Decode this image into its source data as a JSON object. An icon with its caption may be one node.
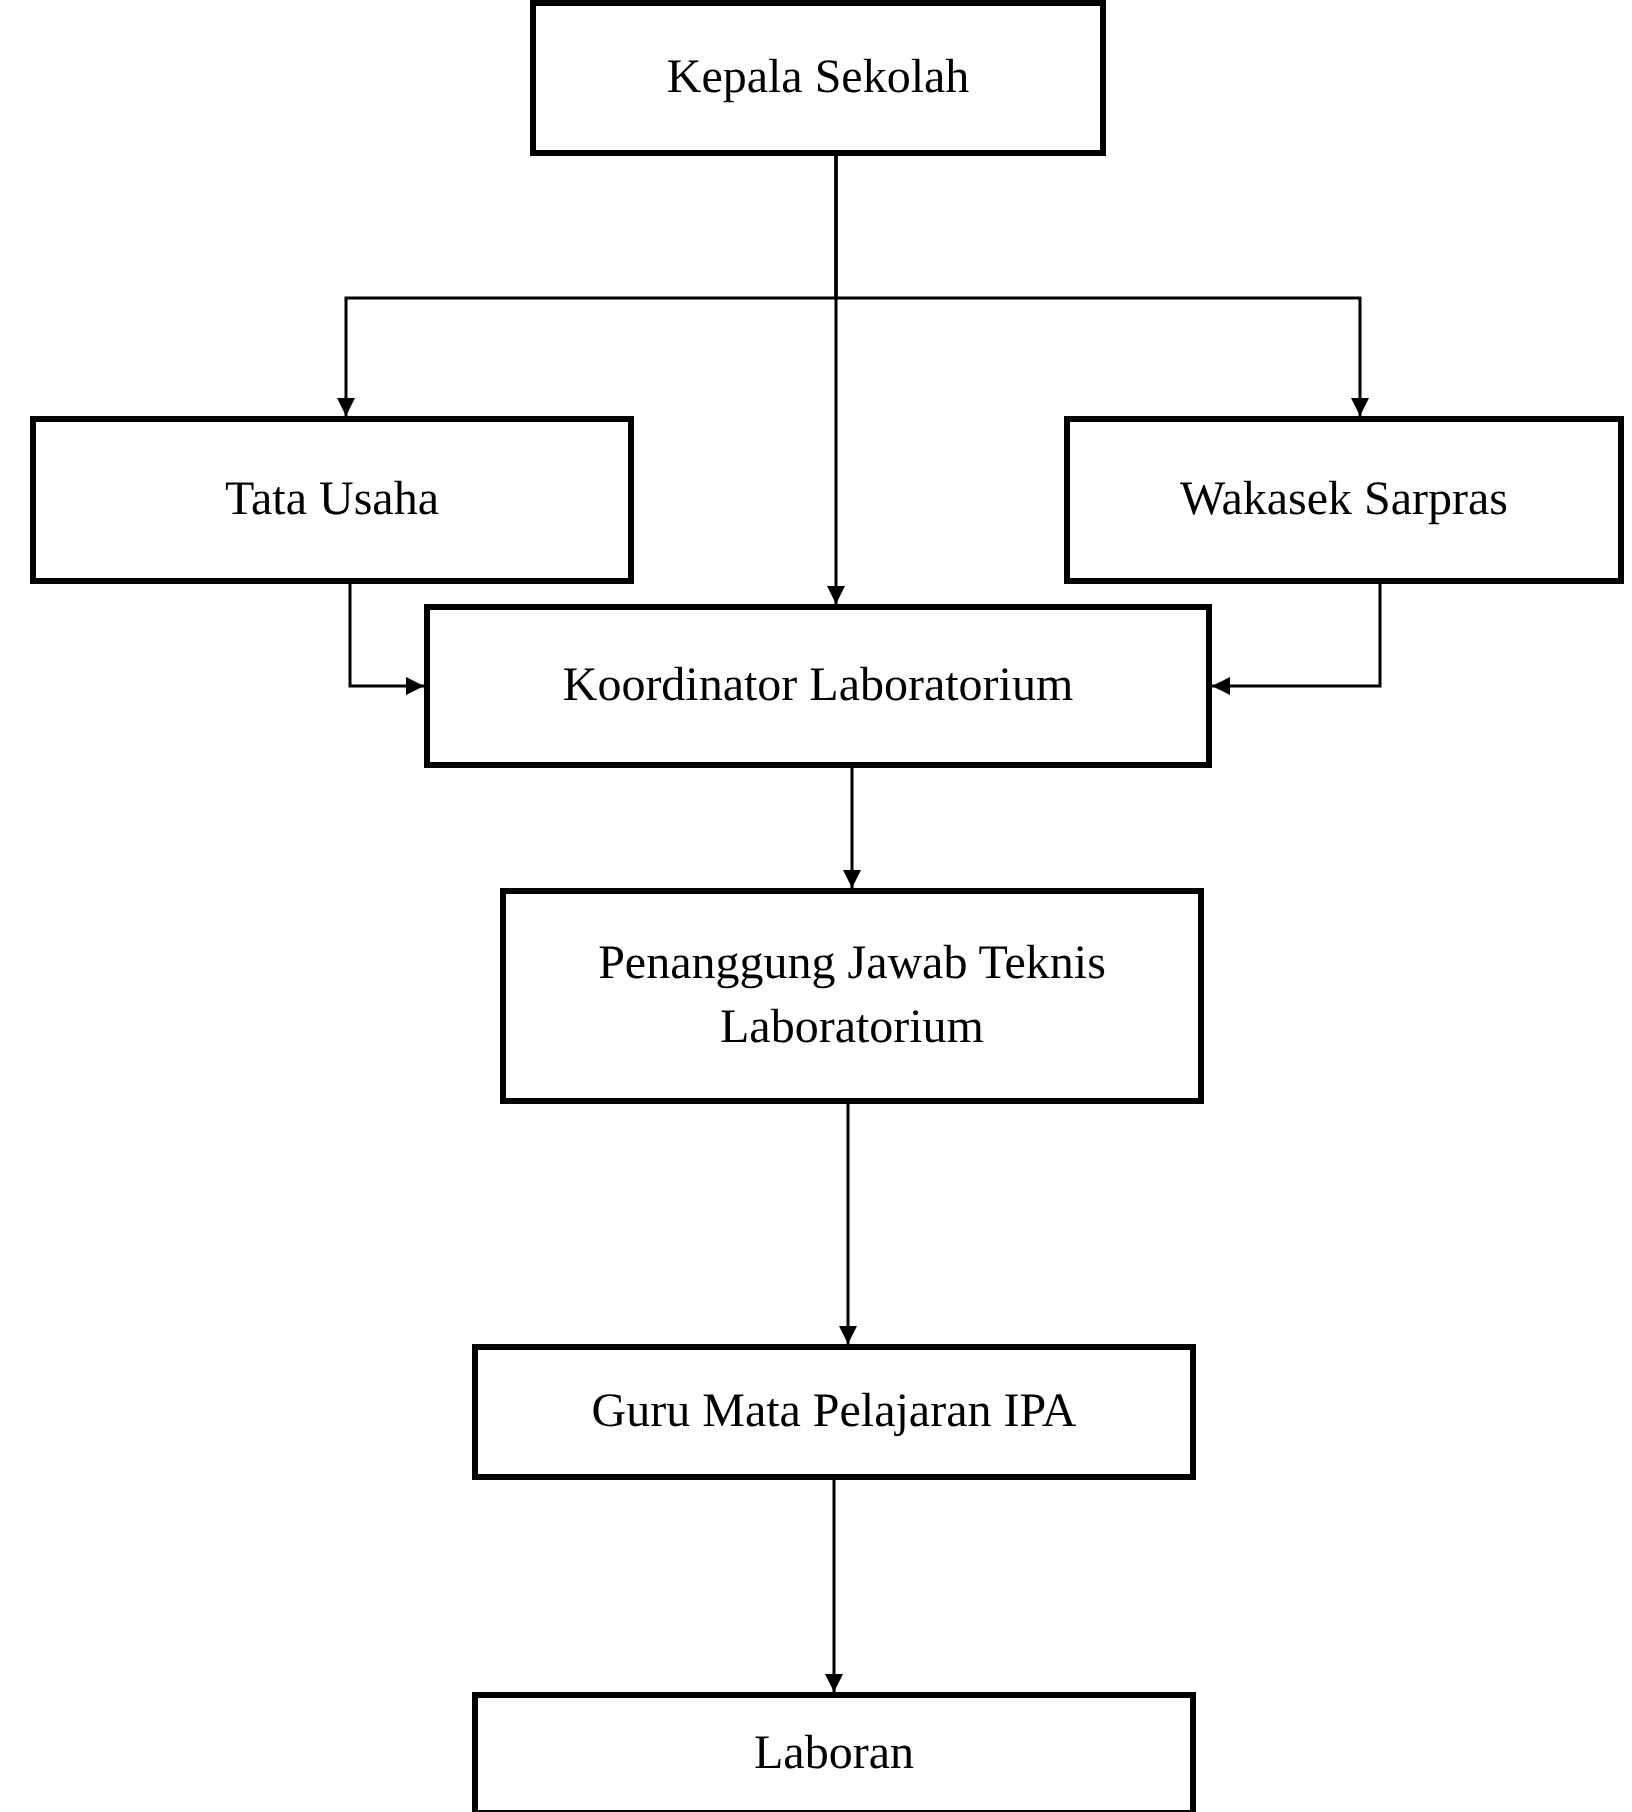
{
  "diagram": {
    "nodes": [
      {
        "text": [
          "Kepala Sekolah"
        ]
      },
      {
        "text": [
          "Tata Usaha"
        ]
      },
      {
        "text": [
          "Wakasek Sarpras"
        ]
      },
      {
        "text": [
          "Koordinator Laboratorium"
        ]
      },
      {
        "text": [
          "Penanggung Jawab Teknis Laboratorium"
        ]
      },
      {
        "text": [
          "Guru Mata Pelajaran IPA"
        ]
      },
      {
        "text": [
          "Laboran"
        ]
      }
    ],
    "edges": [
      {
        "from": 0,
        "to": 1,
        "arrow": "to"
      },
      {
        "from": 0,
        "to": 2,
        "arrow": "to"
      },
      {
        "from": 0,
        "to": 3,
        "arrow": "to"
      },
      {
        "from": 1,
        "to": 3,
        "arrow": "to"
      },
      {
        "from": 2,
        "to": 3,
        "arrow": "to"
      },
      {
        "from": 3,
        "to": 4,
        "arrow": "to"
      },
      {
        "from": 4,
        "to": 5,
        "arrow": "to"
      },
      {
        "from": 5,
        "to": 6,
        "arrow": "to"
      }
    ]
  }
}
